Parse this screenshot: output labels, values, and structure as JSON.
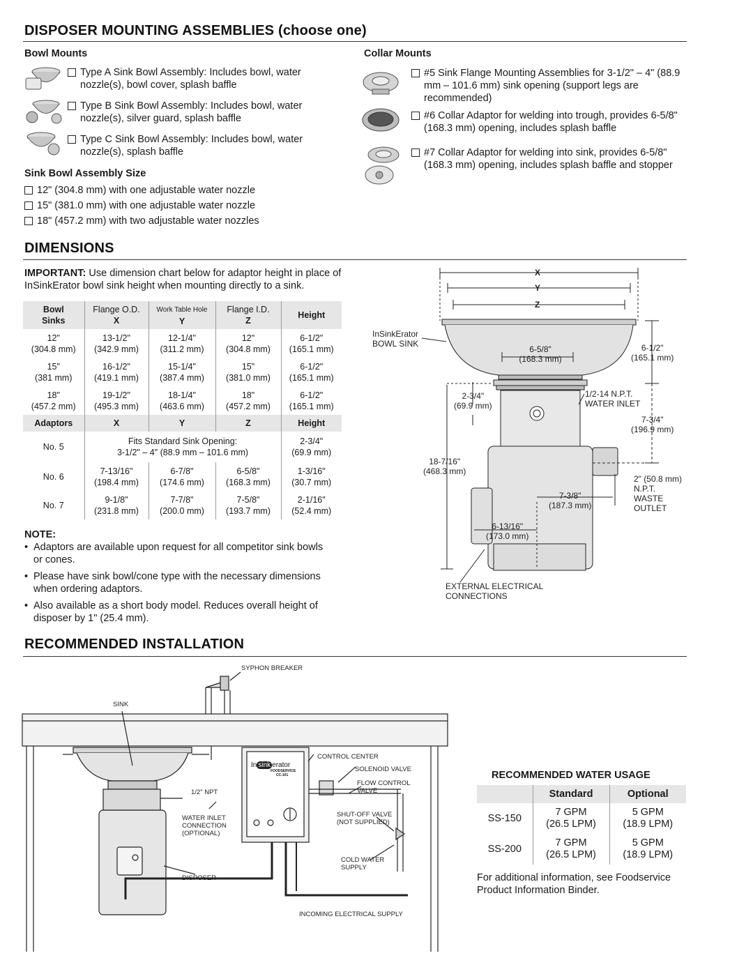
{
  "mounting": {
    "title": "DISPOSER MOUNTING ASSEMBLIES (choose one)",
    "bowl_heading": "Bowl Mounts",
    "bowl_options": [
      "Type A Sink Bowl Assembly: Includes bowl, water nozzle(s), bowl cover, splash baffle",
      "Type B Sink Bowl Assembly: Includes bowl, water nozzle(s), silver guard, splash baffle",
      "Type C Sink Bowl Assembly: Includes bowl, water nozzle(s), splash baffle"
    ],
    "size_heading": "Sink Bowl Assembly Size",
    "size_options": [
      "12\" (304.8 mm) with one adjustable water nozzle",
      "15\" (381.0 mm) with one adjustable water nozzle",
      "18\" (457.2 mm) with two adjustable water nozzles"
    ],
    "collar_heading": "Collar Mounts",
    "collar_options": [
      "#5 Sink Flange Mounting Assemblies for 3-1/2\" – 4\" (88.9 mm – 101.6 mm) sink opening (support legs are recommended)",
      "#6 Collar Adaptor for welding into trough, provides 6-5/8\" (168.3 mm) opening, includes splash baffle",
      "#7 Collar Adaptor for welding into sink, provides 6-5/8\" (168.3 mm) opening, includes splash baffle and stopper"
    ]
  },
  "dimensions": {
    "title": "DIMENSIONS",
    "important_label": "IMPORTANT:",
    "important_text": "Use dimension chart below for adaptor height in place of InSinkErator bowl sink height when mounting directly to a sink.",
    "headers": {
      "col1a": "Bowl",
      "col1b": "Sinks",
      "col2a": "Flange O.D.",
      "col2b": "X",
      "col3a": "Work Table Hole",
      "col3b": "Y",
      "col4a": "Flange I.D.",
      "col4b": "Z",
      "col5": "Height"
    },
    "bowl_rows": [
      [
        "12\"",
        "(304.8 mm)",
        "13-1/2\"",
        "(342.9 mm)",
        "12-1/4\"",
        "(311.2 mm)",
        "12\"",
        "(304.8 mm)",
        "6-1/2\"",
        "(165.1 mm)"
      ],
      [
        "15\"",
        "(381 mm)",
        "16-1/2\"",
        "(419.1 mm)",
        "15-1/4\"",
        "(387.4 mm)",
        "15\"",
        "(381.0 mm)",
        "6-1/2\"",
        "(165.1 mm)"
      ],
      [
        "18\"",
        "(457.2 mm)",
        "19-1/2\"",
        "(495.3 mm)",
        "18-1/4\"",
        "(463.6 mm)",
        "18\"",
        "(457.2 mm)",
        "6-1/2\"",
        "(165.1 mm)"
      ]
    ],
    "adaptor_headers": [
      "Adaptors",
      "X",
      "Y",
      "Z",
      "Height"
    ],
    "adaptor_no5": {
      "name": "No. 5",
      "span1": "Fits Standard Sink Opening:",
      "span2": "3-1/2\" – 4\" (88.9 mm – 101.6 mm)",
      "h1": "2-3/4\"",
      "h2": "(69.9 mm)"
    },
    "adaptor_rows": [
      [
        "No. 6",
        "7-13/16\"",
        "(198.4 mm)",
        "6-7/8\"",
        "(174.6 mm)",
        "6-5/8\"",
        "(168.3 mm)",
        "1-3/16\"",
        "(30.7 mm)"
      ],
      [
        "No. 7",
        "9-1/8\"",
        "(231.8 mm)",
        "7-7/8\"",
        "(200.0 mm)",
        "7-5/8\"",
        "(193.7 mm)",
        "2-1/16\"",
        "(52.4 mm)"
      ]
    ],
    "note_heading": "NOTE:",
    "notes": [
      "Adaptors are available upon request for all competitor sink bowls or cones.",
      "Please have sink bowl/cone type with the necessary dimensions when ordering adaptors.",
      "Also available as a short body model. Reduces overall height of disposer by 1\" (25.4 mm)."
    ],
    "diagram": {
      "x": "X",
      "y": "Y",
      "z": "Z",
      "bowl_sink_1": "InSinkErator",
      "bowl_sink_2": "BOWL SINK",
      "d658_1": "6-5/8\"",
      "d658_2": "(168.3 mm)",
      "d612_1": "6-1/2\"",
      "d612_2": "(165.1 mm)",
      "d234_1": "2-3/4\"",
      "d234_2": "(69.9 mm)",
      "npt_1": "1/2-14 N.P.T.",
      "npt_2": "WATER INLET",
      "d734_1": "7-3/4\"",
      "d734_2": "(196.9 mm)",
      "d18716_1": "18-7/16\"",
      "d18716_2": "(468.3 mm)",
      "outlet_1": "2\" (50.8 mm)",
      "outlet_2": "N.P.T.",
      "outlet_3": "WASTE",
      "outlet_4": "OUTLET",
      "d738_1": "7-3/8\"",
      "d738_2": "(187.3 mm)",
      "d61316_1": "6-13/16\"",
      "d61316_2": "(173.0 mm)",
      "ext_1": "EXTERNAL ELECTRICAL",
      "ext_2": "CONNECTIONS"
    }
  },
  "installation": {
    "title": "RECOMMENDED INSTALLATION",
    "labels": {
      "syphon": "SYPHON BREAKER",
      "sink": "SINK",
      "npt": "1/2\" NPT",
      "control": "CONTROL CENTER",
      "solenoid": "SOLENOID VALVE",
      "flow1": "FLOW CONTROL",
      "flow2": "VALVE",
      "shutoff1": "SHUT-OFF VALVE",
      "shutoff2": "(NOT SUPPLIED)",
      "inlet1": "WATER INLET",
      "inlet2": "CONNECTION",
      "inlet3": "(OPTIONAL)",
      "cold1": "COLD WATER",
      "cold2": "SUPPLY",
      "disposer": "DISPOSER",
      "incoming": "INCOMING ELECTRICAL SUPPLY",
      "brand_in": "In",
      "brand_sink": "sink",
      "brand_erator": "erator",
      "brand_fs": "FOODSERVICE",
      "brand_model": "CC-101"
    },
    "water_usage": {
      "title": "RECOMMENDED WATER USAGE",
      "headers": [
        "",
        "Standard",
        "Optional"
      ],
      "rows": [
        [
          "SS-150",
          "7 GPM",
          "(26.5 LPM)",
          "5 GPM",
          "(18.9 LPM)"
        ],
        [
          "SS-200",
          "7 GPM",
          "(26.5 LPM)",
          "5 GPM",
          "(18.9 LPM)"
        ]
      ],
      "footer": "For additional information, see Foodservice Product Information Binder."
    }
  },
  "colors": {
    "text": "#1a1a1a",
    "table_header": "#e6e6e6",
    "metal": "#b9b9b9"
  }
}
